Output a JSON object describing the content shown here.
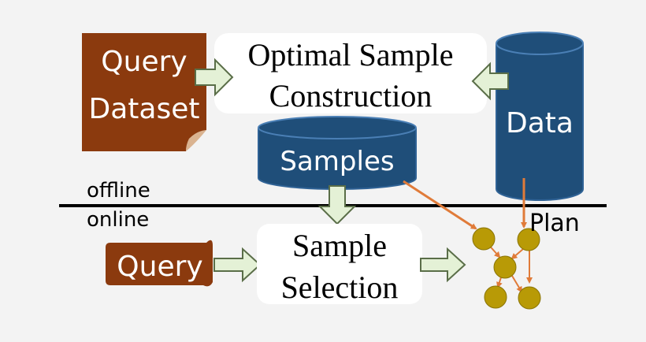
{
  "diagram": {
    "nodes": {
      "query_dataset": {
        "line1": "Query",
        "line2": "Dataset"
      },
      "optimal_sample_construction": {
        "line1": "Optimal Sample",
        "line2": "Construction"
      },
      "data": {
        "label": "Data"
      },
      "samples": {
        "label": "Samples"
      },
      "query": {
        "label": "Query"
      },
      "sample_selection": {
        "line1": "Sample",
        "line2": "Selection"
      },
      "plan": {
        "label": "Plan"
      }
    },
    "divider": {
      "above_label": "offline",
      "below_label": "online"
    }
  },
  "colors": {
    "document_fill": "#8b3a0e",
    "cylinder_fill": "#1f4e79",
    "cylinder_stroke": "#2f6295",
    "arrow_fill": "#e4f1d6",
    "arrow_stroke": "#5a6e48",
    "plan_node": "#b89a06",
    "plan_edge": "#e07b39",
    "text_on_dark": "#ffffff",
    "text_dark": "#000000"
  }
}
